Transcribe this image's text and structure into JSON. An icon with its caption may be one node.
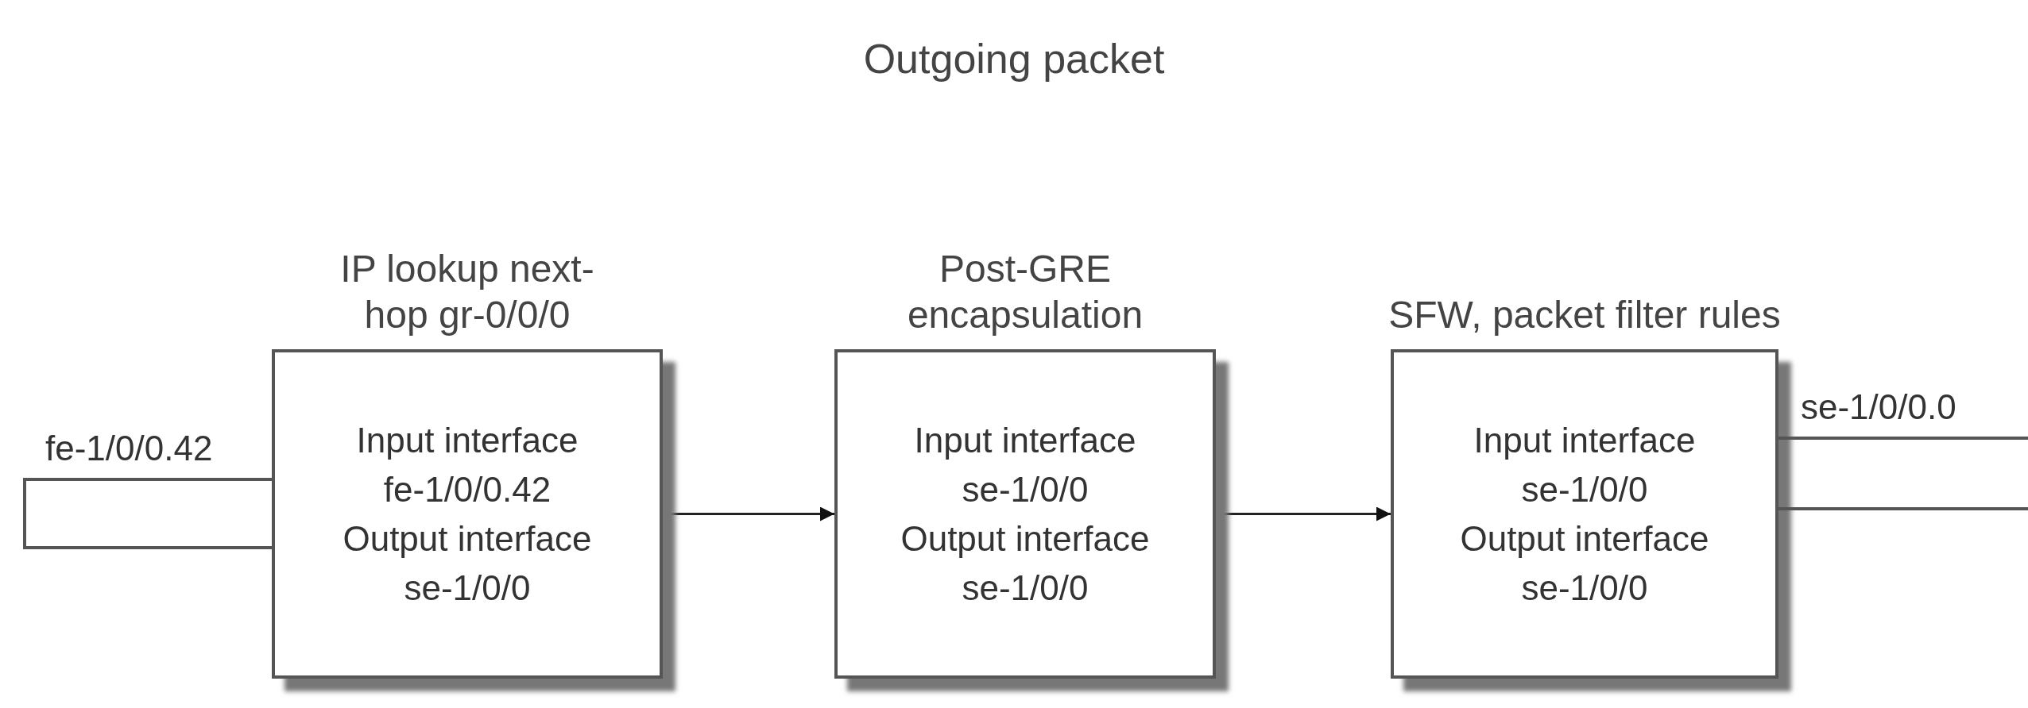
{
  "diagram": {
    "title": "Outgoing packet",
    "nodes": [
      {
        "text": [],
        "shape": "bar",
        "beside": [
          "fe-1/0/0.42"
        ]
      },
      {
        "text": [
          "IP lookup next-hop gr-0/0/0",
          "Input interface",
          "fe-1/0/0.42",
          "Output interface",
          "se-1/0/0"
        ]
      },
      {
        "text": [
          "Post-GRE encapsulation",
          "Input interface",
          "se-1/0/0",
          "Output interface",
          "se-1/0/0"
        ]
      },
      {
        "text": [
          "SFW, packet filter rules",
          "Input interface",
          "se-1/0/0",
          "Output interface",
          "se-1/0/0"
        ]
      },
      {
        "text": [],
        "shape": "bar",
        "beside": [
          "se-1/0/0.0"
        ]
      }
    ],
    "edges": [
      {
        "from": 1,
        "to": 2,
        "arrow": "to"
      },
      {
        "from": 2,
        "to": 3,
        "arrow": "to"
      }
    ]
  }
}
